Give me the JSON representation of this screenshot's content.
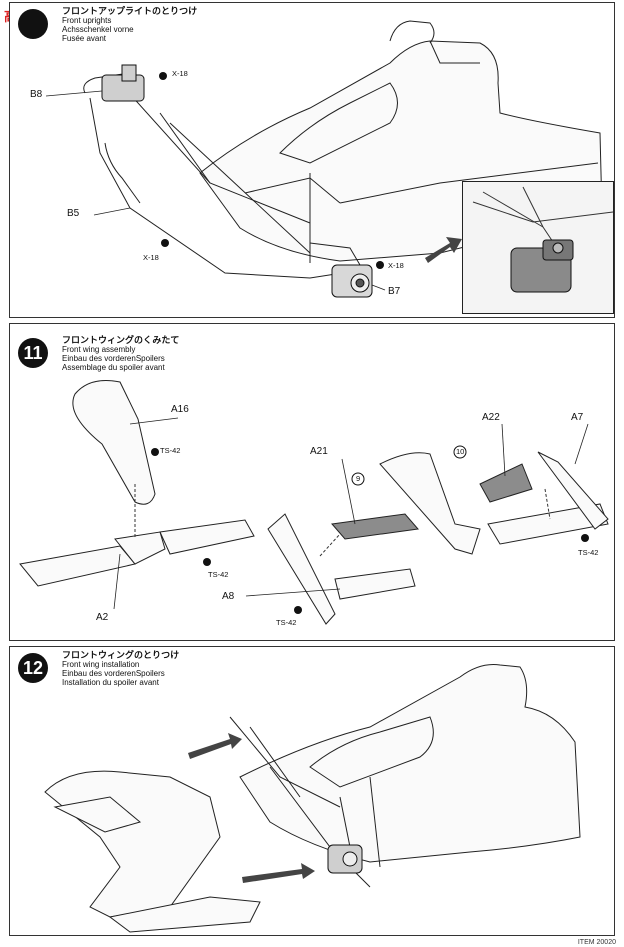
{
  "watermark": "高 網",
  "step10": {
    "badge": "",
    "title_jp": "フロントアップライトのとりつけ",
    "title_en": "Front uprights",
    "title_de": "Achsschenkel vorne",
    "title_fr": "Fusée avant",
    "labels": {
      "b8": "B8",
      "b5": "B5",
      "b7": "B7",
      "x18_a": "X-18",
      "x18_b": "X-18",
      "x18_c": "X-18"
    }
  },
  "step11": {
    "badge": "11",
    "title_jp": "フロントウィングのくみたて",
    "title_en": "Front wing assembly",
    "title_de": "Einbau des vorderenSpoilers",
    "title_fr": "Assemblage du spoiler avant",
    "labels": {
      "a16": "A16",
      "ts42_a": "TS-42",
      "ts42_b": "TS-42",
      "a2": "A2",
      "a21": "A21",
      "n9": "9",
      "a8": "A8",
      "ts42_c": "TS-42",
      "a22": "A22",
      "a7": "A7",
      "n10": "10",
      "ts42_d": "TS-42"
    }
  },
  "step12": {
    "badge": "12",
    "title_jp": "フロントウィングのとりつけ",
    "title_en": "Front wing installation",
    "title_de": "Einbau des vorderenSpoilers",
    "title_fr": "Installation du spoiler avant"
  },
  "footer": "ITEM 20020"
}
